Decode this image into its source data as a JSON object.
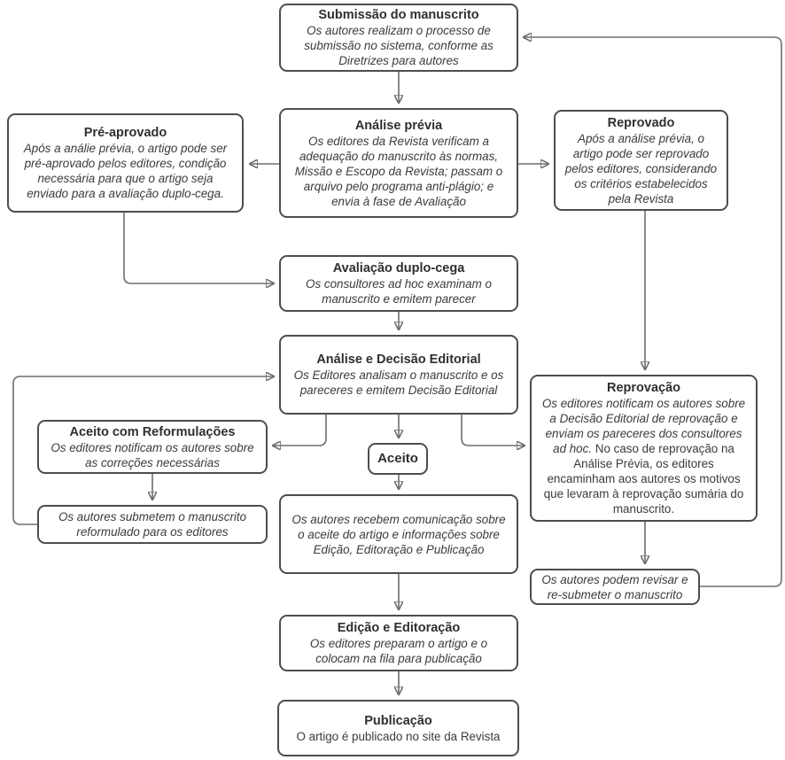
{
  "diagram": {
    "type": "flowchart",
    "language": "pt-BR",
    "colors": {
      "background": "#ffffff",
      "box_border": "#4d4d4d",
      "connector": "#6e6e6e",
      "arrowhead": "#4a4a4a",
      "text": "#3b3b3b"
    },
    "nodes": {
      "submissao": {
        "title": "Submissão do manuscrito",
        "body": "Os autores realizam o processo de submissão no sistema, conforme as Diretrizes para autores"
      },
      "pre_aprovado": {
        "title": "Pré-aprovado",
        "body": "Após a análie prévia, o artigo pode ser pré-aprovado pelos editores, condição necessária para que o artigo seja enviado para a avaliação duplo-cega."
      },
      "analise_previa": {
        "title": "Análise prévia",
        "body": "Os editores da Revista verificam a adequação do manuscrito às normas, Missão e Escopo da Revista; passam o arquivo pelo programa anti-plágio; e envia à fase de Avaliação"
      },
      "reprovado": {
        "title": "Reprovado",
        "body": "Após a análise prévia, o artigo pode ser reprovado pelos editores, considerando os critérios estabelecidos pela Revista"
      },
      "avaliacao_duplo_cega": {
        "title": "Avaliação duplo-cega",
        "body": "Os consultores ad hoc examinam o manuscrito e emitem parecer"
      },
      "analise_decisao": {
        "title": "Análise e Decisão Editorial",
        "body": "Os Editores analisam o manuscrito e os pareceres e emitem Decisão Editorial"
      },
      "aceito_reformulacoes": {
        "title": "Aceito com Reformulações",
        "body": "Os editores notificam os autores sobre as correções necessárias"
      },
      "aceito": {
        "title": "Aceito"
      },
      "reprovacao": {
        "title": "Reprovação",
        "body_italic": "Os editores notificam os autores sobre a Decisão Editorial de reprovação e enviam os pareceres dos consultores ad hoc.",
        "body_regular": " No caso de reprovação na Análise Prévia, os editores encaminham aos autores os motivos que levaram à reprovação sumária do manuscrito."
      },
      "submetem_reformulado": {
        "body": "Os autores submetem o manuscrito reformulado para os editores"
      },
      "recebem_comunicacao": {
        "body": "Os autores recebem comunicação sobre o aceite do artigo e informações sobre Edição, Editoração e Publicação"
      },
      "revisar_resubmeter": {
        "body": "Os autores podem revisar e re-submeter o manuscrito"
      },
      "edicao_editoracao": {
        "title": "Edição e Editoração",
        "body": "Os editores preparam o artigo e o colocam na fila para publicação"
      },
      "publicacao": {
        "title": "Publicação",
        "body": "O artigo é publicado no site da Revista"
      }
    }
  }
}
